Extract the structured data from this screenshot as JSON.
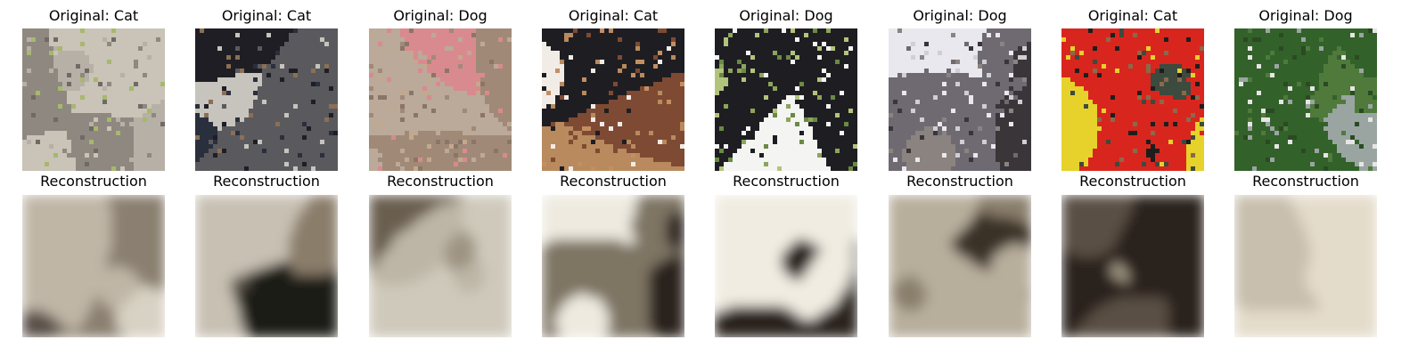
{
  "figure": {
    "reconstruction_title": "Reconstruction",
    "samples": [
      {
        "original_title": "Original: Cat",
        "palette": [
          "#b7b0a6",
          "#8e8880",
          "#6e6a66",
          "#c9c3b8",
          "#a7b86c"
        ],
        "recon_palette": [
          "#d8d2c4",
          "#8a7f70",
          "#5a5048",
          "#bfb6a6"
        ]
      },
      {
        "original_title": "Original: Cat",
        "palette": [
          "#1f1e24",
          "#5a5a5e",
          "#c7c4be",
          "#2a2f3d",
          "#8b6f55"
        ],
        "recon_palette": [
          "#1e1a16",
          "#5c5448",
          "#c8c0b2",
          "#8a7d6a"
        ]
      },
      {
        "original_title": "Original: Dog",
        "palette": [
          "#bba999",
          "#a08a77",
          "#c2a98e",
          "#d98a8e",
          "#8a7667"
        ],
        "recon_palette": [
          "#bdb6a6",
          "#9e9483",
          "#6b5f50",
          "#cfc9bb"
        ]
      },
      {
        "original_title": "Original: Cat",
        "palette": [
          "#7e4a33",
          "#b88a5e",
          "#f2ece6",
          "#1e1e22",
          "#c58e62"
        ],
        "recon_palette": [
          "#c4bdae",
          "#2c241e",
          "#eeeae0",
          "#7e7464"
        ]
      },
      {
        "original_title": "Original: Dog",
        "palette": [
          "#8da45c",
          "#1e1e22",
          "#f4f4f2",
          "#6a8a44",
          "#b2c47c"
        ],
        "recon_palette": [
          "#d6cfbf",
          "#2a221c",
          "#f0ece2",
          "#8a7f6c"
        ]
      },
      {
        "original_title": "Original: Dog",
        "palette": [
          "#cfcfd4",
          "#3a3538",
          "#8a8380",
          "#e8e8ee",
          "#6f6a72"
        ],
        "recon_palette": [
          "#d8d2c2",
          "#3a3028",
          "#8a7e6c",
          "#b8ae9c"
        ]
      },
      {
        "original_title": "Original: Cat",
        "palette": [
          "#1c1e1c",
          "#3d4a3e",
          "#d8261e",
          "#e6d22a",
          "#8a6a4a"
        ],
        "recon_palette": [
          "#2a241e",
          "#5a5044",
          "#a89c88",
          "#d2cab8"
        ]
      },
      {
        "original_title": "Original: Dog",
        "palette": [
          "#33612a",
          "#4f7a3c",
          "#e6e6e4",
          "#9aa5a2",
          "#2a4a22"
        ],
        "recon_palette": [
          "#c8bfae",
          "#3a3026",
          "#e4dccb",
          "#7e7262"
        ]
      }
    ]
  }
}
